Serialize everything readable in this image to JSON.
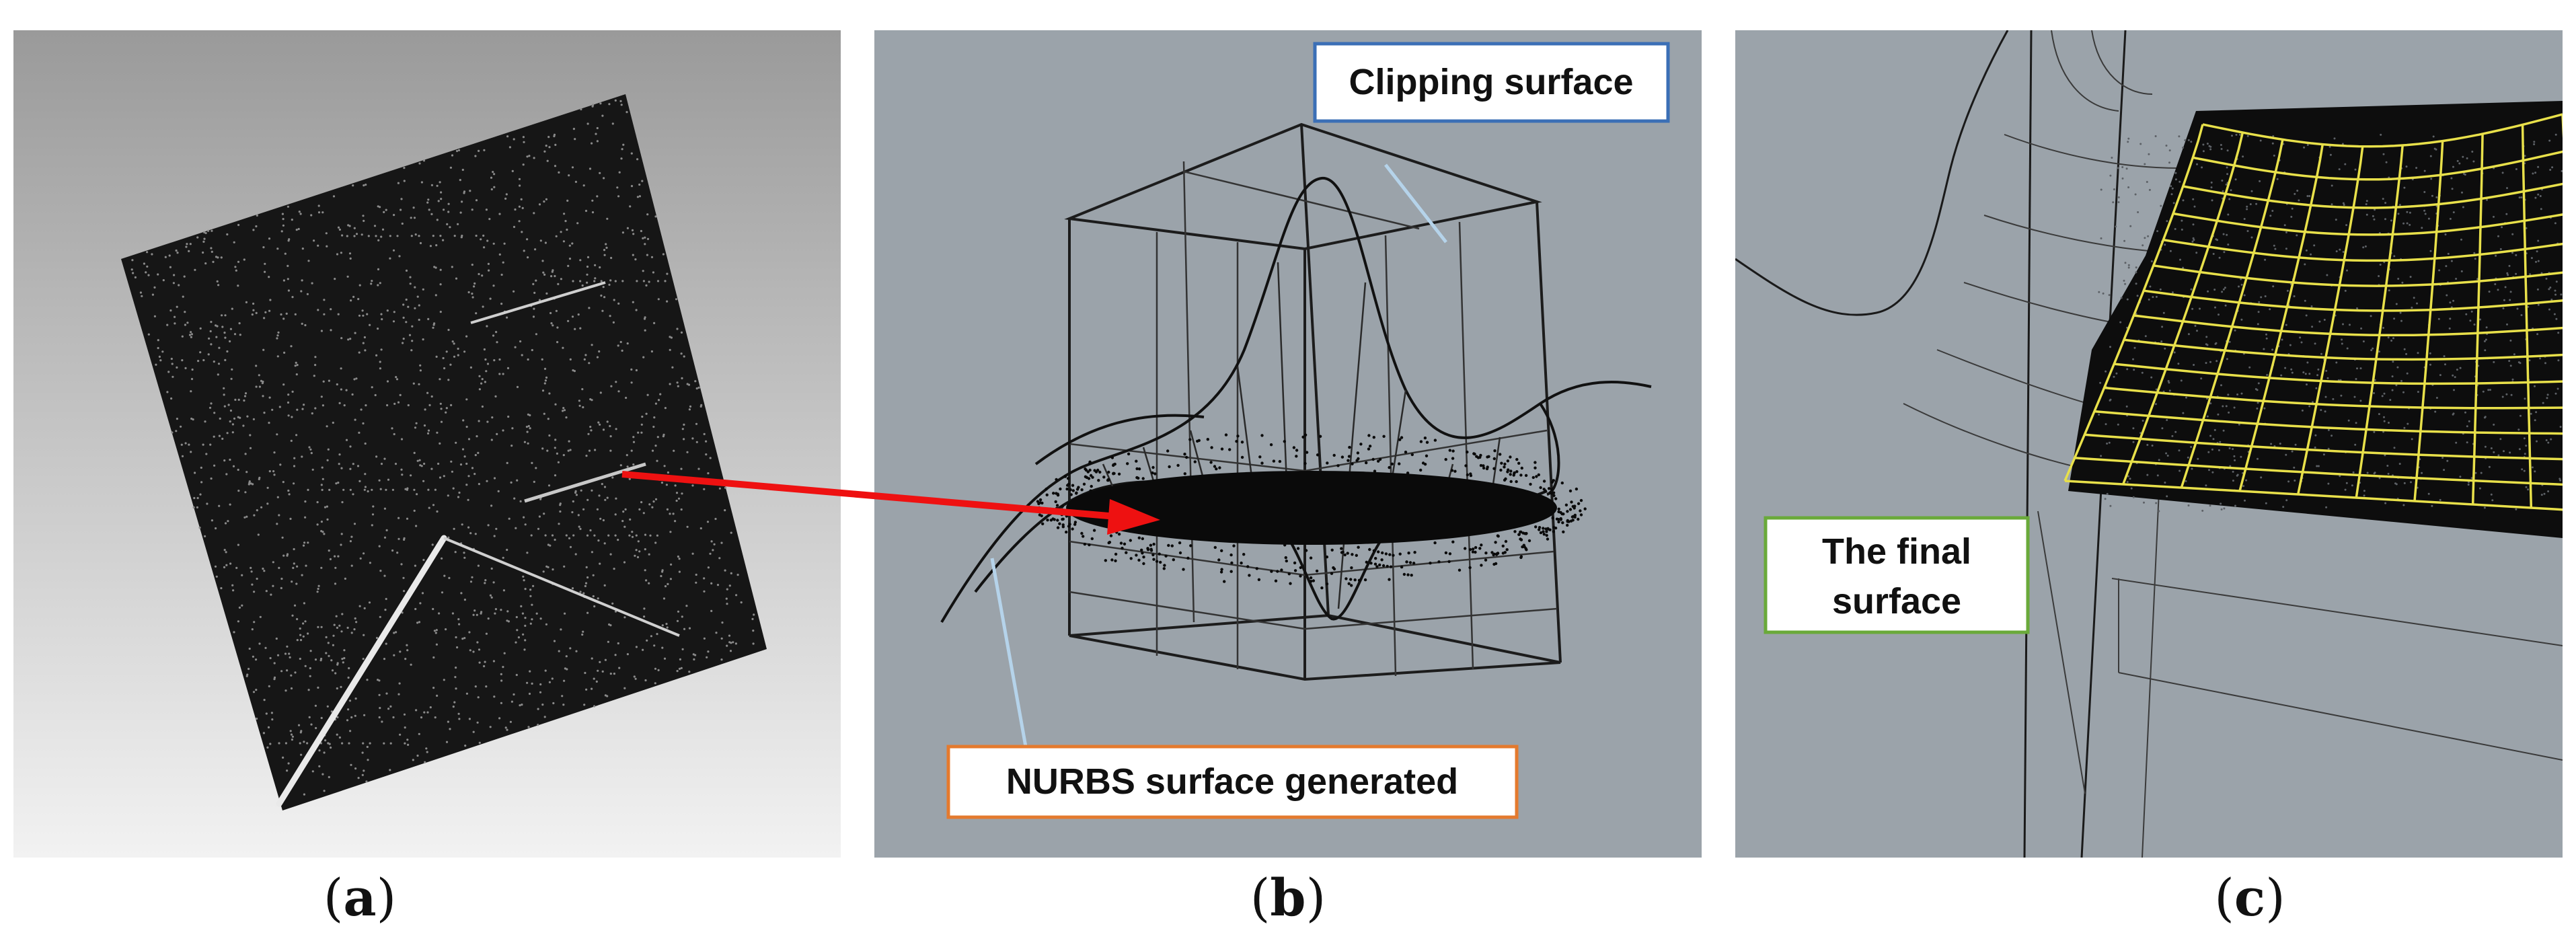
{
  "figure": {
    "panels": [
      {
        "id": "a",
        "label_open": "(",
        "label_letter": "a",
        "label_close": ")"
      },
      {
        "id": "b",
        "label_open": "(",
        "label_letter": "b",
        "label_close": ")"
      },
      {
        "id": "c",
        "label_open": "(",
        "label_letter": "c",
        "label_close": ")"
      }
    ],
    "callouts": {
      "clipping": "Clipping surface",
      "nurbs": "NURBS surface generated",
      "final_line1": "The final",
      "final_line2": "surface"
    },
    "colors": {
      "viewport_gray": "#9ba3aa",
      "points": "#111111",
      "arrow_red": "#ee1111",
      "wire_yellow": "#e8e04a",
      "pointer_blue": "#b5d3ea",
      "box_blue": "#3b6fb6",
      "box_orange": "#e47a2e",
      "box_green": "#6aaa3a"
    }
  }
}
